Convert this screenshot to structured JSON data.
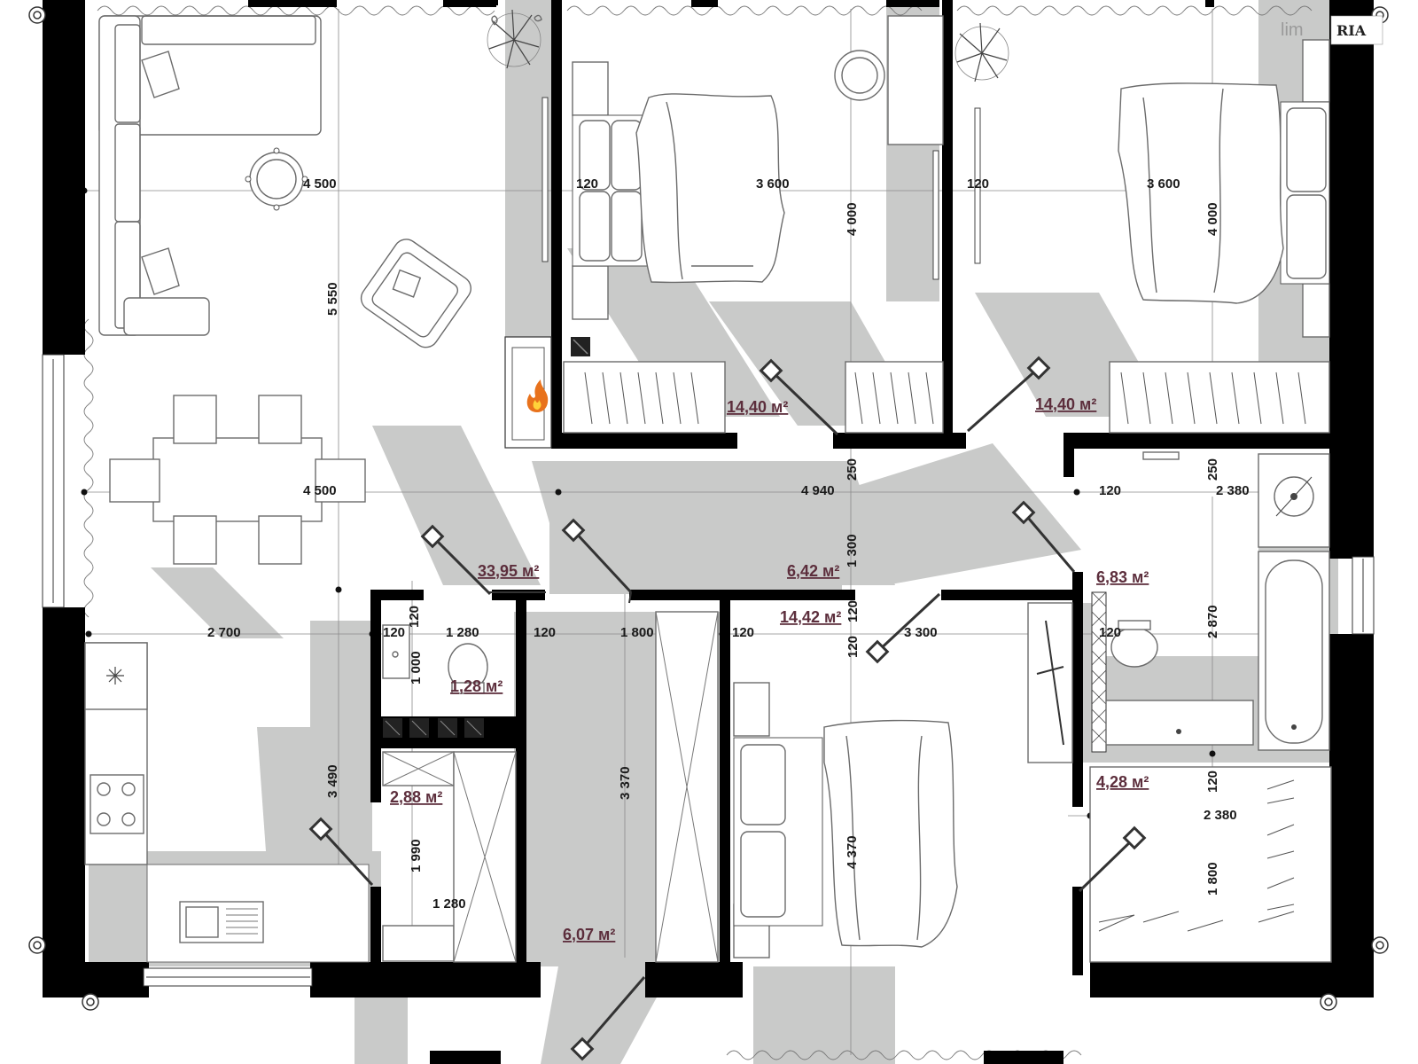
{
  "plan": {
    "watermark": [
      "lim",
      "RIA"
    ],
    "rooms": [
      {
        "id": "living",
        "area": "33,95 м²"
      },
      {
        "id": "bedroom-1",
        "area": "14,40 м²"
      },
      {
        "id": "bedroom-2",
        "area": "14,40 м²"
      },
      {
        "id": "hall",
        "area": "6,42 м²"
      },
      {
        "id": "bedroom-3",
        "area": "14,42 м²"
      },
      {
        "id": "bathroom",
        "area": "6,83 м²"
      },
      {
        "id": "wc",
        "area": "1,28 м²"
      },
      {
        "id": "utility",
        "area": "2,88 м²"
      },
      {
        "id": "corridor",
        "area": "6,07 м²"
      },
      {
        "id": "wardrobe",
        "area": "4,28 м²"
      }
    ],
    "dimensions": [
      {
        "id": "living-width-top",
        "text": "4 500"
      },
      {
        "id": "bed1-wall",
        "text": "120"
      },
      {
        "id": "bed1-width",
        "text": "3 600"
      },
      {
        "id": "bed1-depth",
        "text": "4 000"
      },
      {
        "id": "bed2-wall",
        "text": "120"
      },
      {
        "id": "bed2-width",
        "text": "3 600"
      },
      {
        "id": "bed2-depth",
        "text": "4 000"
      },
      {
        "id": "living-depth",
        "text": "5 550"
      },
      {
        "id": "living-width-mid",
        "text": "4 500"
      },
      {
        "id": "hall-width",
        "text": "4 940"
      },
      {
        "id": "hall-gap-1",
        "text": "250"
      },
      {
        "id": "hall-gap-2",
        "text": "250"
      },
      {
        "id": "bath-wall",
        "text": "120"
      },
      {
        "id": "bath-width",
        "text": "2 380"
      },
      {
        "id": "hall-depth",
        "text": "1 300"
      },
      {
        "id": "kitchen-width",
        "text": "2 700"
      },
      {
        "id": "wc-wall-left",
        "text": "120"
      },
      {
        "id": "wc-wall-top",
        "text": "120"
      },
      {
        "id": "wc-width",
        "text": "1 280"
      },
      {
        "id": "wc-wall-right",
        "text": "120"
      },
      {
        "id": "corridor-width",
        "text": "1 800"
      },
      {
        "id": "bed3-wall-left",
        "text": "120"
      },
      {
        "id": "hall-wall",
        "text": "120"
      },
      {
        "id": "bed3-wall-top",
        "text": "120"
      },
      {
        "id": "bed3-width",
        "text": "3 300"
      },
      {
        "id": "bath-wall-2",
        "text": "120"
      },
      {
        "id": "bath-depth",
        "text": "2 870"
      },
      {
        "id": "wc-depth",
        "text": "1 000"
      },
      {
        "id": "kitchen-depth",
        "text": "3 490"
      },
      {
        "id": "corridor-depth",
        "text": "3 370"
      },
      {
        "id": "bed3-depth",
        "text": "4 370"
      },
      {
        "id": "wardrobe-wall",
        "text": "120"
      },
      {
        "id": "wardrobe-width",
        "text": "2 380"
      },
      {
        "id": "utility-depth",
        "text": "1 990"
      },
      {
        "id": "utility-width",
        "text": "1 280"
      },
      {
        "id": "wardrobe-depth",
        "text": "1 800"
      }
    ],
    "colors": {
      "wall": "#000000",
      "shadow": "#c9cac9",
      "area_text": "#5c2e3c",
      "fireplace": "#e8721c"
    },
    "icons": [
      "fireplace-icon",
      "plant-icon",
      "stove-icon",
      "sink-icon",
      "toilet-icon",
      "bathtub-icon",
      "bed-icon",
      "sofa-icon",
      "armchair-icon",
      "dining-table-icon",
      "door-icon",
      "window-icon",
      "compass-icon"
    ]
  }
}
